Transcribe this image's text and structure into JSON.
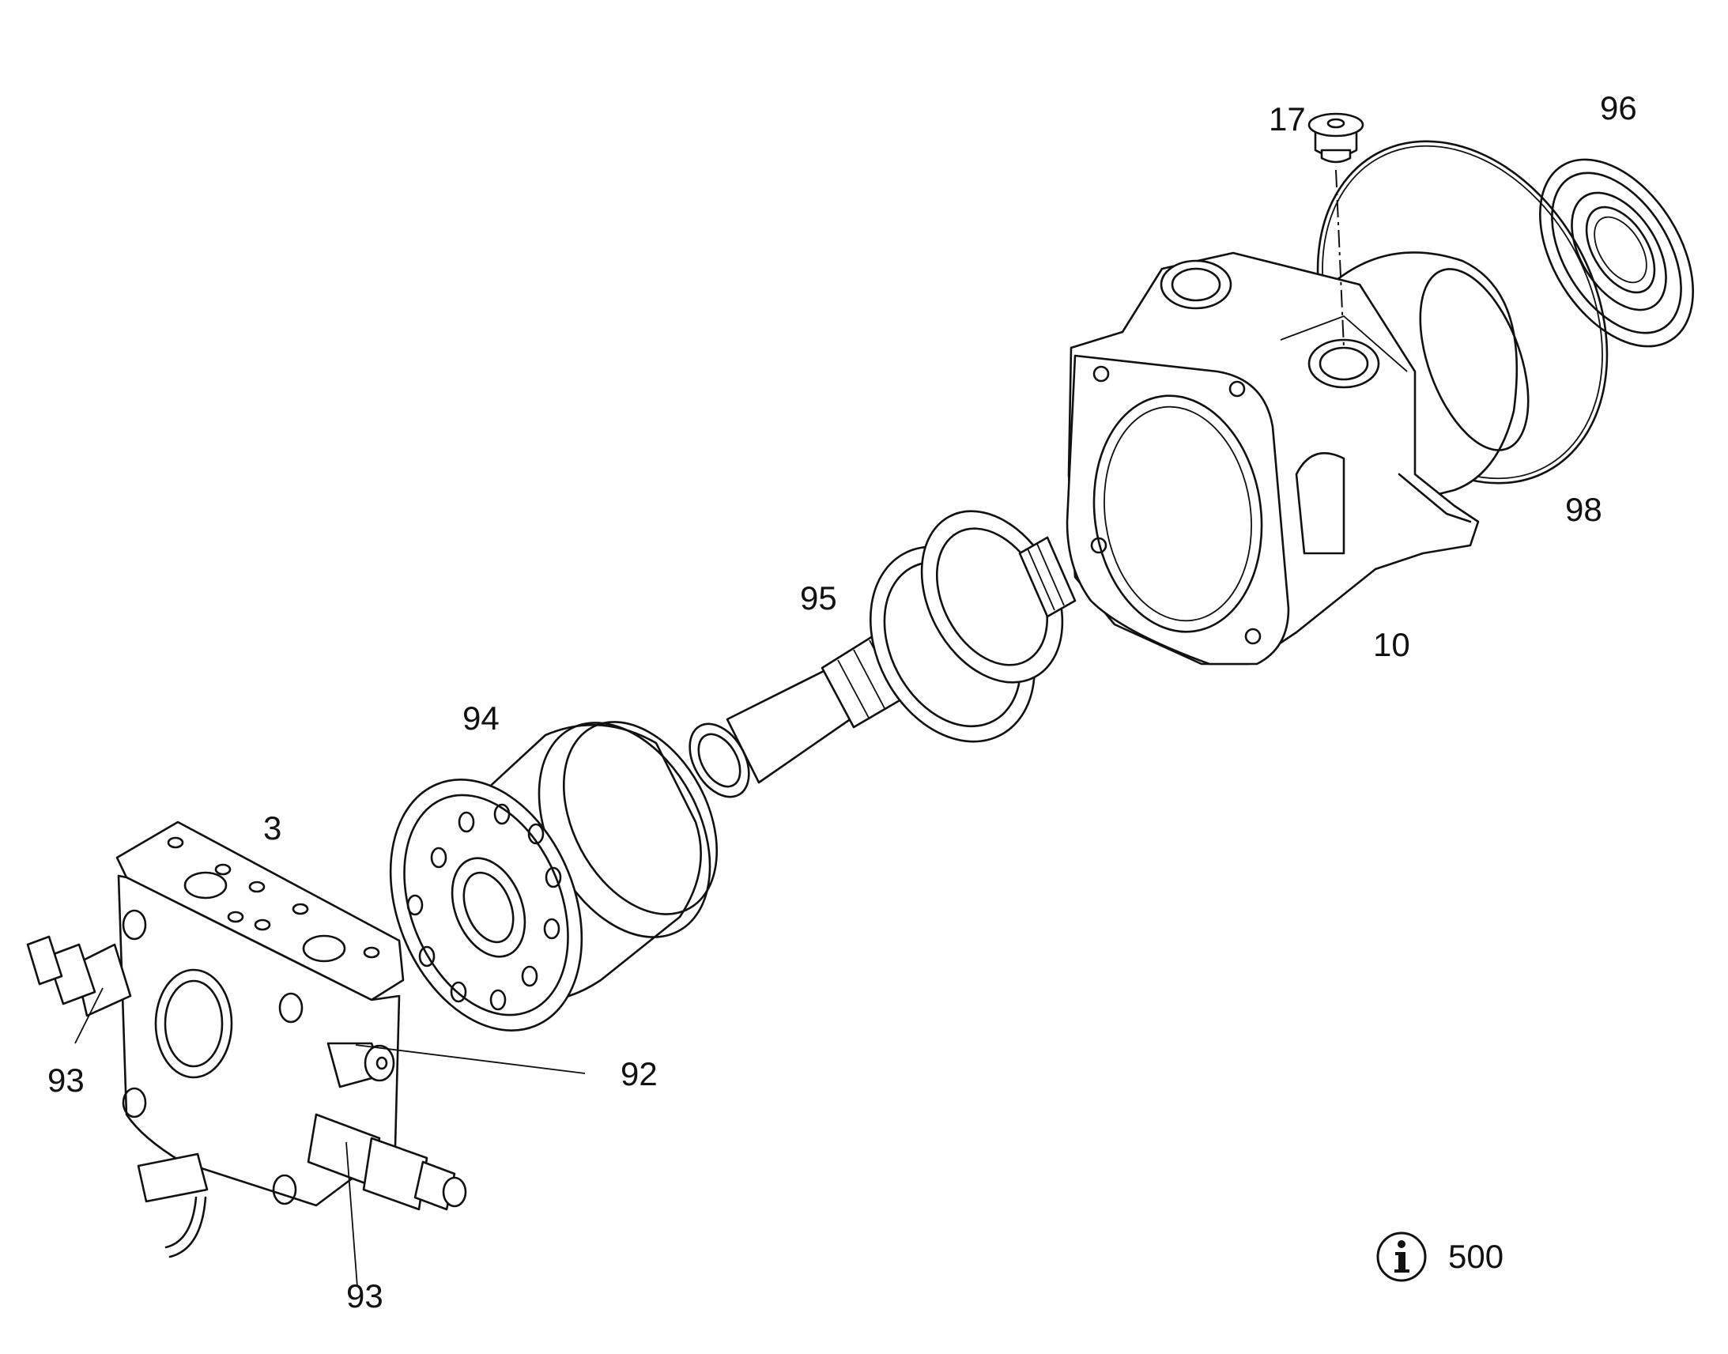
{
  "labels": {
    "plug": "17",
    "seal": "96",
    "o_ring": "98",
    "housing": "10",
    "drive_shaft": "95",
    "rotary_group": "94",
    "port_plate": "3",
    "valve_92": "92",
    "valve_93_left": "93",
    "valve_93_bottom": "93"
  },
  "info_note": "500",
  "icons": {
    "info": "info-icon"
  },
  "colors": {
    "ink": "#111111",
    "paper": "#ffffff"
  }
}
